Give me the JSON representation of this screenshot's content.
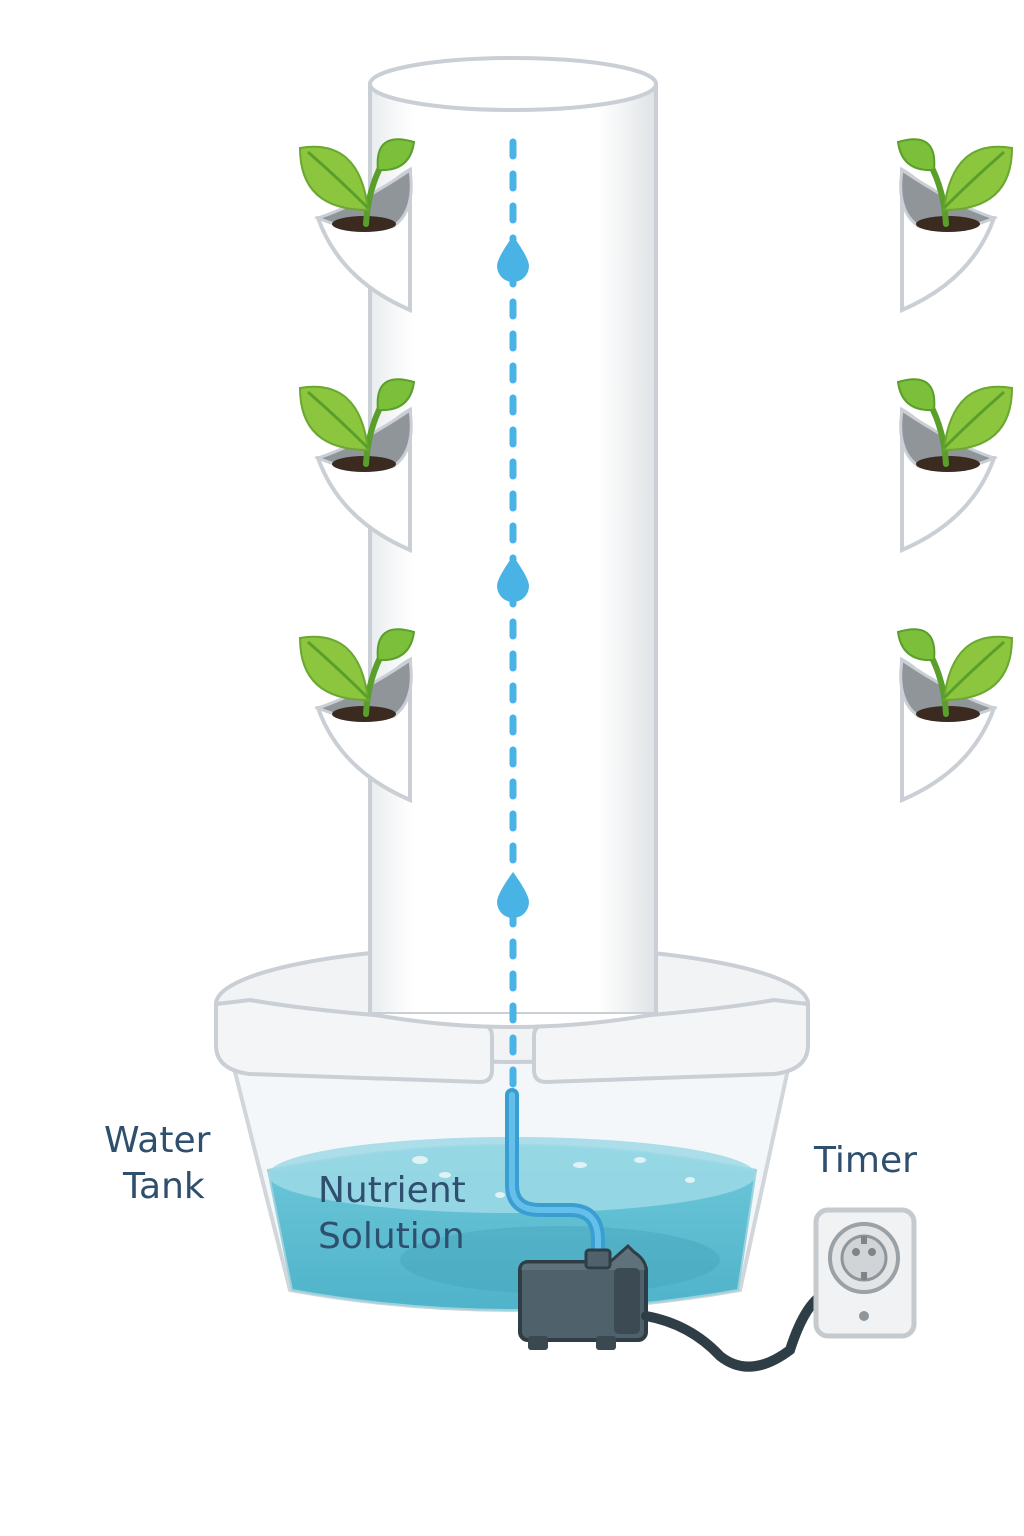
{
  "labels": {
    "water_tank": [
      "Water",
      "Tank"
    ],
    "nutrient_solution": [
      "Nutrient",
      "Solution"
    ],
    "timer": "Timer"
  },
  "colors": {
    "label_text": "#2f4f6e",
    "water": "#5fbfd3",
    "water_surface": "#8fd3e2",
    "water_flow": "#4ab3e6",
    "leaf_light": "#8cc63f",
    "leaf_dark": "#5a9e2b",
    "tower": "#ffffff",
    "tower_outline": "#cfd3d6",
    "pump": "#4a5a63",
    "cord": "#2f3d46",
    "outlet": "#f2f2f2"
  },
  "icons": {
    "plants": "seedling-icon",
    "pump": "pump-icon",
    "timer": "outlet-timer-icon"
  }
}
